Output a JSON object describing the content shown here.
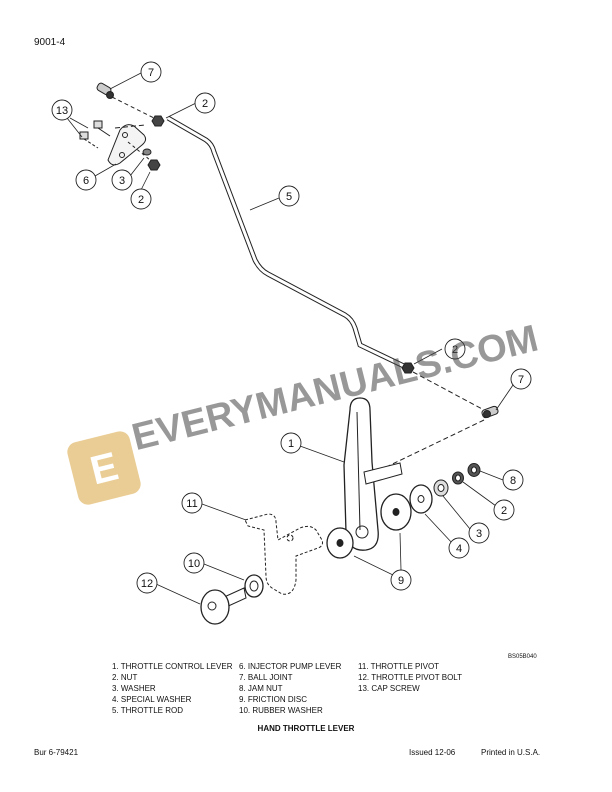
{
  "page_id": "9001-4",
  "figure_code": "BS05B040",
  "parts_list": {
    "col1": [
      "1.  THROTTLE CONTROL LEVER",
      "2.  NUT",
      "3.  WASHER",
      "4.  SPECIAL WASHER",
      "5.  THROTTLE ROD"
    ],
    "col2": [
      "6.  INJECTOR PUMP LEVER",
      "7.  BALL JOINT",
      "8.  JAM NUT",
      "9.  FRICTION DISC",
      "10.  RUBBER WASHER"
    ],
    "col3": [
      "11.  THROTTLE PIVOT",
      "12.  THROTTLE PIVOT BOLT",
      "13.  CAP SCREW"
    ]
  },
  "caption": "HAND THROTTLE LEVER",
  "footer": {
    "left": "Bur 6-79421",
    "issued": "Issued 12-06",
    "printed": "Printed in U.S.A."
  },
  "callouts": [
    "7",
    "2",
    "13",
    "6",
    "3",
    "2",
    "5",
    "2",
    "7",
    "1",
    "8",
    "2",
    "3",
    "4",
    "11",
    "9",
    "10",
    "12"
  ],
  "watermark": {
    "text": "EVERYMANUALS.COM",
    "logo_letter": "E"
  }
}
